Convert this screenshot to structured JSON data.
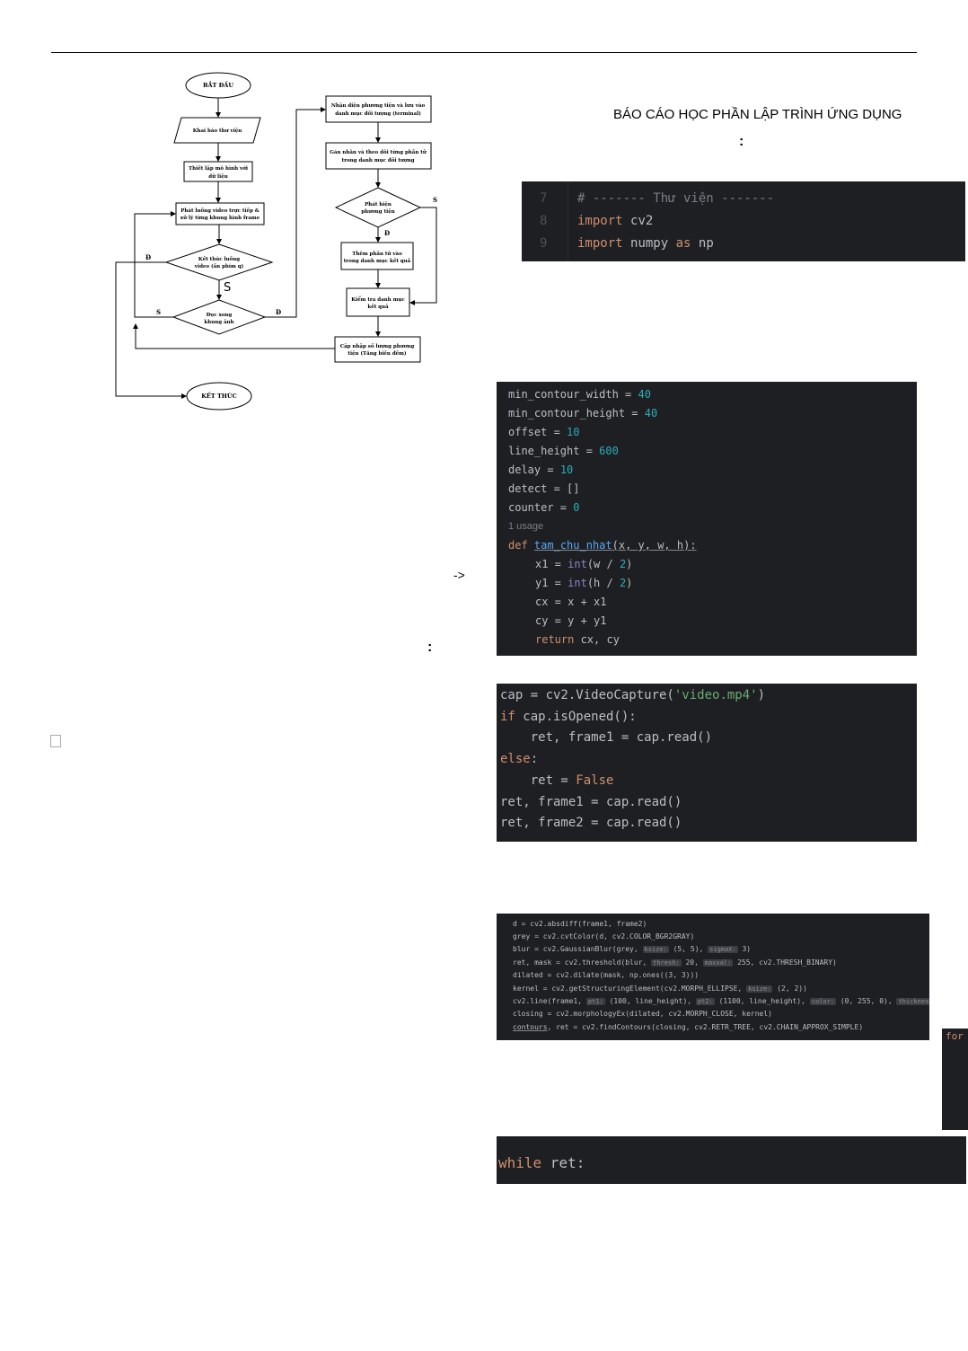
{
  "header": {
    "title": "BÁO CÁO HỌC PHẦN LẬP TRÌNH ỨNG DỤNG"
  },
  "arrow": "->",
  "flowchart": {
    "start": "BẮT ĐẦU",
    "declare_libs": "Khai báo thư viện",
    "setup_model_1": "Thiết lập mô hình với",
    "setup_model_2": "dữ liệu",
    "play_video_1": "Phát luồng video trực tiếp &",
    "play_video_2": "xử lý từng khung hình frame",
    "end_stream_1": "Kết thúc luồng",
    "end_stream_2": "video (ấn phím q)",
    "read_done_1": "Đọc xong",
    "read_done_2": "khung ảnh",
    "end": "KẾT THÚC",
    "recognize_1": "Nhận diện phương tiện và lưu vào",
    "recognize_2": "danh mục đối tượng (terminal)",
    "assign_1": "Gán nhãn và theo dõi từng phần tử",
    "assign_2": "trong danh mục đối tượng",
    "detect_1": "Phát hiện",
    "detect_2": "phương tiện",
    "add_1": "Thêm phần tử vào",
    "add_2": "trong danh mục kết quả",
    "check_1": "Kiểm tra danh mục",
    "check_2": "kết quả",
    "update_1": "Cập nhập số lượng phương",
    "update_2": "tiện (Tăng biến đếm)",
    "label_d": "Đ",
    "label_s": "S",
    "label_s_hand": "S"
  },
  "code1": {
    "gutter": [
      "7",
      "8",
      "9"
    ],
    "comment": "# ------- Thư viện -------",
    "import_kw": "import",
    "cv2": "cv2",
    "numpy": "numpy",
    "as_kw": "as",
    "np": "np"
  },
  "code2": {
    "vars": [
      {
        "name": "min_contour_width",
        "op": " = ",
        "val": "40"
      },
      {
        "name": "min_contour_height",
        "op": " = ",
        "val": "40"
      },
      {
        "name": "offset",
        "op": " = ",
        "val": "10"
      },
      {
        "name": "line_height",
        "op": " = ",
        "val": "600"
      },
      {
        "name": "delay",
        "op": " = ",
        "val": "10"
      },
      {
        "name": "detect",
        "op": " = ",
        "val": "[]"
      },
      {
        "name": "counter",
        "op": " = ",
        "val": "0"
      }
    ],
    "usage": "1 usage",
    "def_kw": "def",
    "fn_name": "tam_chu_nhat",
    "params": "(x, y, w, h):",
    "l_x1a": "x1 = ",
    "l_int": "int",
    "l_x1b": "(w / ",
    "l_two": "2",
    "l_close": ")",
    "l_y1a": "y1 = ",
    "l_y1b": "(h / ",
    "l_cx": "cx = x + x1",
    "l_cy": "cy = y + y1",
    "return_kw": "return",
    "return_val": " cx, cy"
  },
  "code3": {
    "l1a": "cap = cv2.VideoCapture(",
    "l1s": "'video.mp4'",
    "l1b": ")",
    "if_kw": "if",
    "l2": " cap.isOpened():",
    "l3": "    ret, frame1 = cap.read()",
    "else_kw": "else",
    "colon": ":",
    "l5a": "    ret = ",
    "false_kw": "False",
    "l6": "ret, frame1 = cap.read()",
    "l7": "ret, frame2 = cap.read()"
  },
  "code4": {
    "l1": "d = cv2.absdiff(frame1, frame2)",
    "l2": "grey = cv2.cvtColor(d, cv2.COLOR_BGR2GRAY)",
    "l3a": "blur = cv2.GaussianBlur(grey, ",
    "h_ksize": "ksize:",
    "l3b": " (5, 5), ",
    "h_sigmax": "sigmaX:",
    "l3c": " 3)",
    "l4a": "ret, mask = cv2.threshold(blur, ",
    "h_thresh": "thresh:",
    "l4b": " 20, ",
    "h_maxval": "maxval:",
    "l4c": " 255, cv2.THRESH_BINARY)",
    "l5": "dilated = cv2.dilate(mask, np.ones((3, 3)))",
    "l6a": "kernel = cv2.getStructuringElement(cv2.MORPH_ELLIPSE, ",
    "h_ksize2": "ksize:",
    "l6b": " (2, 2))",
    "l7a": "cv2.line(frame1, ",
    "h_pt1": "pt1:",
    "l7b": " (100, line_height), ",
    "h_pt2": "pt2:",
    "l7c": " (1100, line_height), ",
    "h_color": "color:",
    "l7d": " (0, 255, 0), ",
    "h_thick": "thickness:",
    "l8": "closing = cv2.morphologyEx(dilated, cv2.MORPH_CLOSE, kernel)",
    "l9a": "contours",
    "l9b": ", ret = cv2.findContours(closing, cv2.RETR_TREE, cv2.CHAIN_APPROX_SIMPLE)"
  },
  "code5": {
    "for_kw": "for"
  },
  "code6": {
    "while_kw": "while",
    "rest": " ret:"
  }
}
